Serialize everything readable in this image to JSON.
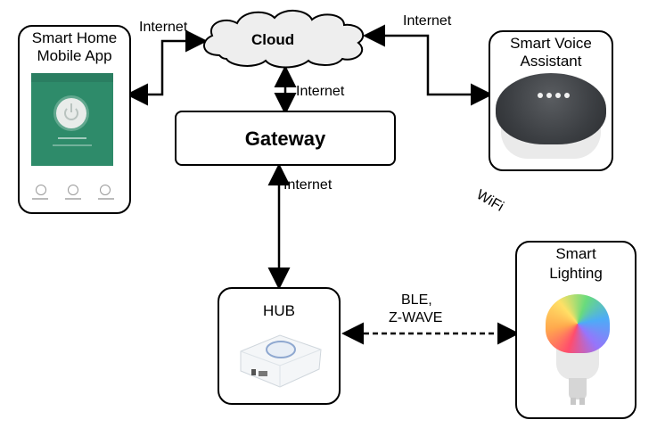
{
  "cloud": {
    "label": "Cloud"
  },
  "gateway": {
    "label": "Gateway"
  },
  "mobile_app": {
    "title_line1": "Smart Home",
    "title_line2": "Mobile App"
  },
  "voice_assistant": {
    "title_line1": "Smart Voice",
    "title_line2": "Assistant"
  },
  "hub": {
    "title": "HUB"
  },
  "lighting": {
    "title_line1": "Smart",
    "title_line2": "Lighting"
  },
  "links": {
    "app_cloud": "Internet",
    "cloud_voice": "Internet",
    "cloud_gateway": "Internet",
    "gateway_hub": "Internet",
    "voice_wifi": "WiFi",
    "hub_lighting_line1": "BLE,",
    "hub_lighting_line2": "Z-WAVE"
  }
}
